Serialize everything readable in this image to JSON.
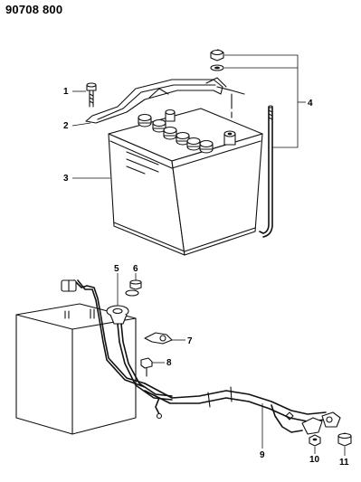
{
  "diagram_code": "90708 800",
  "callouts": {
    "c1": "1",
    "c2": "2",
    "c3": "3",
    "c4": "4",
    "c5": "5",
    "c6": "6",
    "c7": "7",
    "c8": "8",
    "c9": "9",
    "c10": "10",
    "c11": "11"
  }
}
